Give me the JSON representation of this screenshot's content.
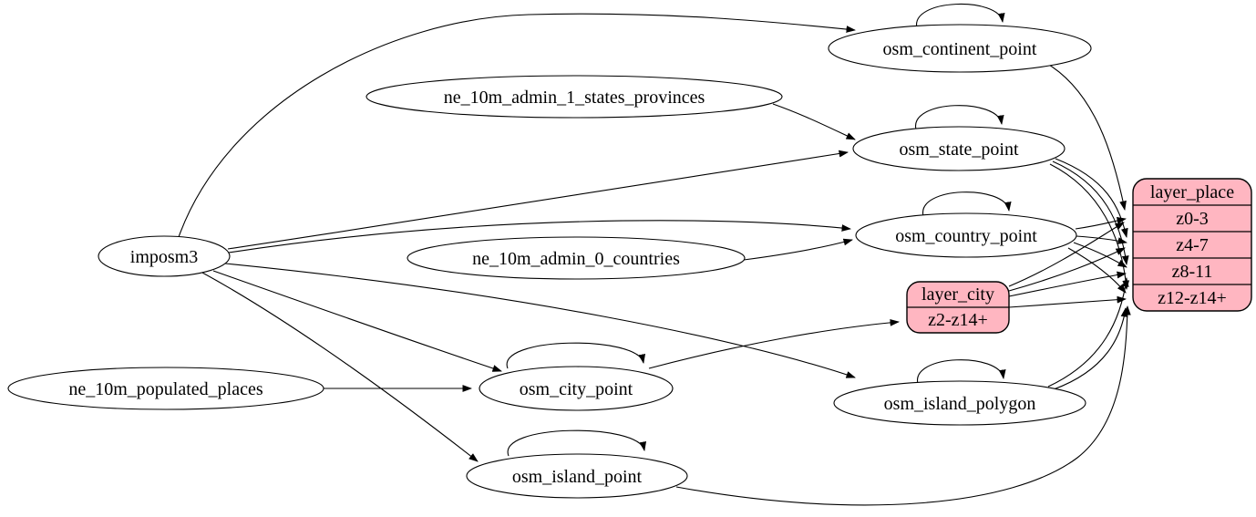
{
  "diagram": {
    "kind": "graphviz-etl-graph",
    "background_color": "#ffffff",
    "table_node_fill": "#ffffff",
    "table_node_stroke": "#000000",
    "layer_node_fill": "#ffb6c1",
    "edge_color": "#000000",
    "text_color": "#000000"
  },
  "nodes": {
    "imposm3": {
      "label": "imposm3",
      "shape": "ellipse"
    },
    "ne_10m_admin_1_states_provinces": {
      "label": "ne_10m_admin_1_states_provinces",
      "shape": "ellipse"
    },
    "ne_10m_admin_0_countries": {
      "label": "ne_10m_admin_0_countries",
      "shape": "ellipse"
    },
    "ne_10m_populated_places": {
      "label": "ne_10m_populated_places",
      "shape": "ellipse"
    },
    "osm_continent_point": {
      "label": "osm_continent_point",
      "shape": "ellipse"
    },
    "osm_state_point": {
      "label": "osm_state_point",
      "shape": "ellipse"
    },
    "osm_country_point": {
      "label": "osm_country_point",
      "shape": "ellipse"
    },
    "osm_city_point": {
      "label": "osm_city_point",
      "shape": "ellipse"
    },
    "osm_island_polygon": {
      "label": "osm_island_polygon",
      "shape": "ellipse"
    },
    "osm_island_point": {
      "label": "osm_island_point",
      "shape": "ellipse"
    },
    "layer_city": {
      "title": "layer_city",
      "rows": [
        "z2-z14+"
      ],
      "shape": "record"
    },
    "layer_place": {
      "title": "layer_place",
      "rows": [
        "z0-3",
        "z4-7",
        "z8-11",
        "z12-z14+"
      ],
      "shape": "record"
    }
  },
  "edges": [
    {
      "from": "imposm3",
      "to": "osm_continent_point"
    },
    {
      "from": "imposm3",
      "to": "osm_state_point"
    },
    {
      "from": "imposm3",
      "to": "osm_country_point"
    },
    {
      "from": "imposm3",
      "to": "osm_city_point"
    },
    {
      "from": "imposm3",
      "to": "osm_island_polygon"
    },
    {
      "from": "imposm3",
      "to": "osm_island_point"
    },
    {
      "from": "ne_10m_admin_1_states_provinces",
      "to": "osm_state_point"
    },
    {
      "from": "ne_10m_admin_0_countries",
      "to": "osm_country_point"
    },
    {
      "from": "ne_10m_populated_places",
      "to": "osm_city_point"
    },
    {
      "from": "osm_continent_point",
      "to": "osm_continent_point"
    },
    {
      "from": "osm_state_point",
      "to": "osm_state_point"
    },
    {
      "from": "osm_country_point",
      "to": "osm_country_point"
    },
    {
      "from": "osm_city_point",
      "to": "osm_city_point"
    },
    {
      "from": "osm_island_polygon",
      "to": "osm_island_polygon"
    },
    {
      "from": "osm_island_point",
      "to": "osm_island_point"
    },
    {
      "from": "osm_city_point",
      "to": "layer_city",
      "port": "z2-z14+"
    },
    {
      "from": "osm_continent_point",
      "to": "layer_place",
      "port": "z0-3"
    },
    {
      "from": "osm_country_point",
      "to": "layer_place",
      "port": "z0-3"
    },
    {
      "from": "osm_country_point",
      "to": "layer_place",
      "port": "z4-7"
    },
    {
      "from": "osm_country_point",
      "to": "layer_place",
      "port": "z8-11"
    },
    {
      "from": "osm_country_point",
      "to": "layer_place",
      "port": "z12-z14+"
    },
    {
      "from": "osm_state_point",
      "to": "layer_place",
      "port": "z4-7"
    },
    {
      "from": "osm_state_point",
      "to": "layer_place",
      "port": "z8-11"
    },
    {
      "from": "osm_state_point",
      "to": "layer_place",
      "port": "z12-z14+"
    },
    {
      "from": "layer_city",
      "to": "layer_place",
      "port": "z0-3"
    },
    {
      "from": "layer_city",
      "to": "layer_place",
      "port": "z4-7"
    },
    {
      "from": "layer_city",
      "to": "layer_place",
      "port": "z8-11"
    },
    {
      "from": "layer_city",
      "to": "layer_place",
      "port": "z12-z14+"
    },
    {
      "from": "osm_island_polygon",
      "to": "layer_place",
      "port": "z8-11"
    },
    {
      "from": "osm_island_polygon",
      "to": "layer_place",
      "port": "z12-z14+"
    },
    {
      "from": "osm_island_point",
      "to": "layer_place",
      "port": "z12-z14+"
    }
  ]
}
